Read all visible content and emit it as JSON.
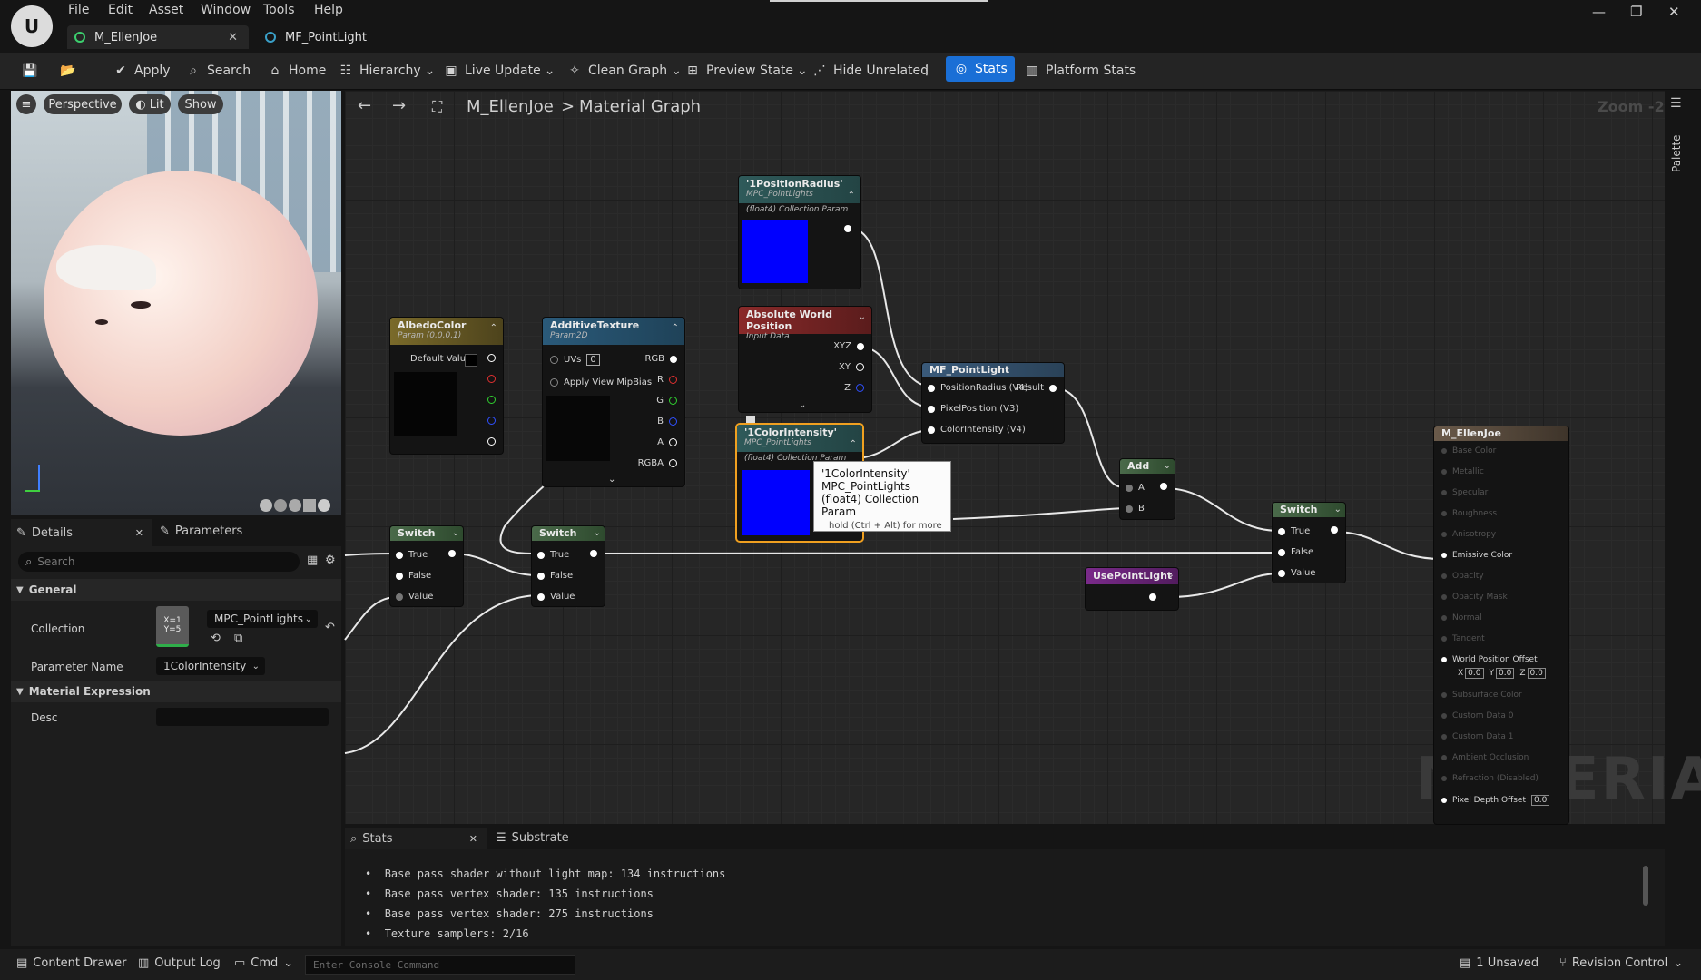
{
  "menu": [
    "File",
    "Edit",
    "Asset",
    "Window",
    "Tools",
    "Help"
  ],
  "tabs": [
    {
      "label": "M_EllenJoe"
    },
    {
      "label": "MF_PointLight"
    }
  ],
  "toolbar": {
    "apply": "Apply",
    "search": "Search",
    "home": "Home",
    "hierarchy": "Hierarchy",
    "live_update": "Live Update",
    "clean_graph": "Clean Graph",
    "preview_state": "Preview State",
    "hide_unrelated": "Hide Unrelated",
    "stats": "Stats",
    "platform_stats": "Platform Stats"
  },
  "viewport": {
    "perspective": "Perspective",
    "lit": "Lit",
    "show": "Show"
  },
  "details": {
    "tab_details": "Details",
    "tab_parameters": "Parameters",
    "search_placeholder": "Search",
    "section_general": "General",
    "collection_label": "Collection",
    "collection_value": "MPC_PointLights",
    "thumb_text": "X=1 Y=5",
    "param_name_label": "Parameter Name",
    "param_name_value": "1ColorIntensity",
    "section_material_expression": "Material Expression",
    "desc_label": "Desc"
  },
  "graph": {
    "breadcrumb_root": "M_EllenJoe",
    "breadcrumb_sep": ">",
    "breadcrumb_page": "Material Graph",
    "zoom": "Zoom -2",
    "palette": "Palette",
    "watermark": "MATERIAL"
  },
  "nodes": {
    "position_radius": {
      "title": "'1PositionRadius'",
      "sub1": "MPC_PointLights",
      "sub2": "(float4) Collection Param"
    },
    "albedo": {
      "title": "AlbedoColor",
      "sub": "Param (0,0,0,1)",
      "default_value": "Default Value"
    },
    "additive": {
      "title": "AdditiveTexture",
      "sub": "Param2D",
      "uvs": "UVs",
      "uvs_val": "0",
      "mip": "Apply View MipBias",
      "pins": [
        "RGB",
        "R",
        "G",
        "B",
        "A",
        "RGBA"
      ]
    },
    "abs_world": {
      "title": "Absolute World Position",
      "sub": "Input Data",
      "pins": [
        "XYZ",
        "XY",
        "Z"
      ]
    },
    "mf_pointlight": {
      "title": "MF_PointLight",
      "in1": "PositionRadius (V4)",
      "in2": "PixelPosition (V3)",
      "in3": "ColorIntensity (V4)",
      "out": "Result"
    },
    "color_intensity": {
      "title": "'1ColorIntensity'",
      "sub1": "MPC_PointLights",
      "sub2": "(float4) Collection Param"
    },
    "add": {
      "title": "Add",
      "a": "A",
      "b": "B"
    },
    "switch1": {
      "title": "Switch",
      "true": "True",
      "false": "False",
      "value": "Value"
    },
    "switch2": {
      "title": "Switch",
      "true": "True",
      "false": "False",
      "value": "Value"
    },
    "switch3": {
      "title": "Switch",
      "true": "True",
      "false": "False",
      "value": "Value"
    },
    "use_point_light": {
      "title": "UsePointLight"
    },
    "result": {
      "title": "M_EllenJoe",
      "pins_dim": [
        "Base Color",
        "Metallic",
        "Specular",
        "Roughness",
        "Anisotropy"
      ],
      "emissive": "Emissive Color",
      "pins_dim2": [
        "Opacity",
        "Opacity Mask",
        "Normal",
        "Tangent"
      ],
      "wpo": "World Position Offset",
      "wpo_x": "X",
      "wpo_y": "Y",
      "wpo_z": "Z",
      "wpo_val": "0.0",
      "pins_dim3": [
        "Subsurface Color",
        "Custom Data 0",
        "Custom Data 1",
        "Ambient Occlusion",
        "Refraction (Disabled)"
      ],
      "pdo": "Pixel Depth Offset",
      "pdo_val": "0.0"
    }
  },
  "tooltip": {
    "line1": "'1ColorIntensity'",
    "line2": "MPC_PointLights",
    "line3": "(float4) Collection Param",
    "line4": "hold (Ctrl + Alt) for more"
  },
  "stats_panel": {
    "tab_stats": "Stats",
    "tab_substrate": "Substrate",
    "lines": [
      "Base pass shader without light map: 134 instructions",
      "Base pass vertex shader: 135 instructions",
      "Base pass vertex shader: 275 instructions",
      "Texture samplers: 2/16"
    ]
  },
  "bottom": {
    "content_drawer": "Content Drawer",
    "output_log": "Output Log",
    "cmd": "Cmd",
    "console_placeholder": "Enter Console Command",
    "unsaved": "1 Unsaved",
    "revision_control": "Revision Control"
  },
  "colors": {
    "accent": "#1a6fd6",
    "selected_border": "#f0a020",
    "param_blue": "#0000ff"
  }
}
